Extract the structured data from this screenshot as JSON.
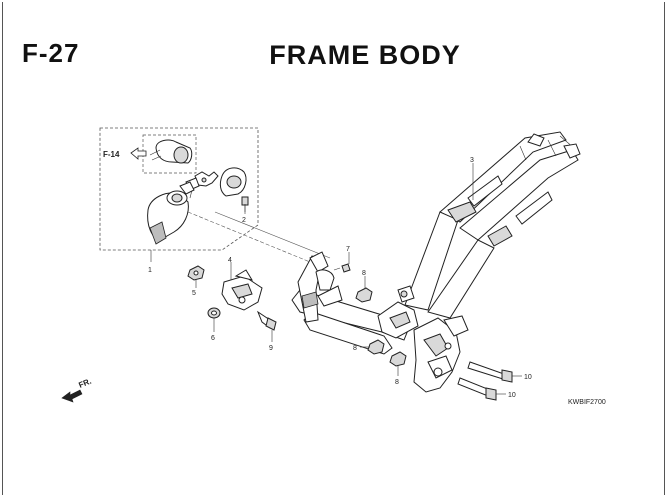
{
  "header": {
    "section_code": "F-27",
    "title": "FRAME BODY"
  },
  "reference": {
    "label": "F-14"
  },
  "callouts": {
    "c1": "1",
    "c2": "2",
    "c3": "3",
    "c4": "4",
    "c5": "5",
    "c6": "6",
    "c7": "7",
    "c8a": "8",
    "c8b": "8",
    "c8c": "8",
    "c9": "9",
    "c10a": "10",
    "c10b": "10"
  },
  "direction": {
    "label": "FR."
  },
  "diagram_code": "KWBIF2700"
}
